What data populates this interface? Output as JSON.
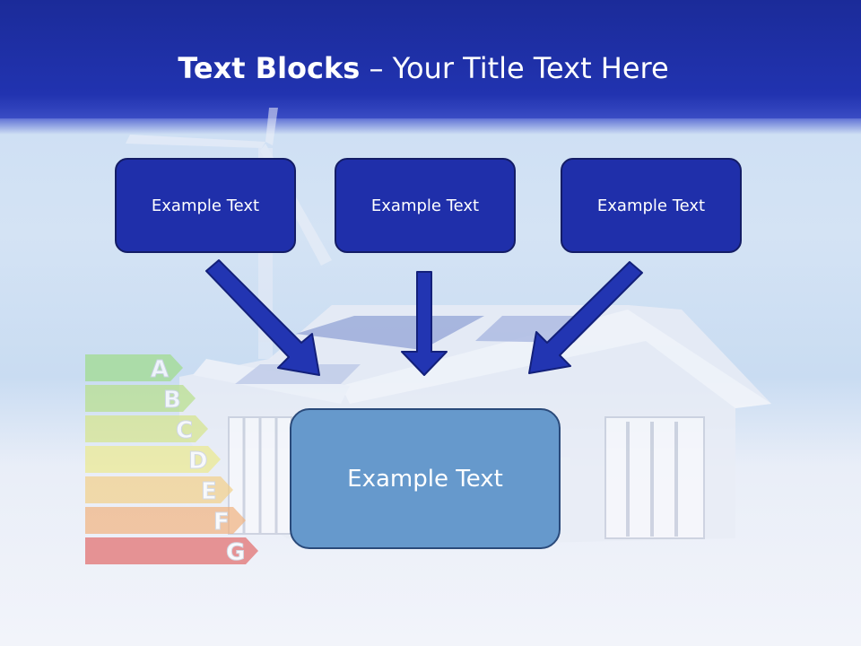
{
  "title": {
    "bold": "Text Blocks",
    "dash": " – ",
    "rest": "Your Title Text Here"
  },
  "top_boxes": [
    {
      "label": "Example Text"
    },
    {
      "label": "Example Text"
    },
    {
      "label": "Example Text"
    }
  ],
  "main_box": {
    "label": "Example Text"
  },
  "energy_scale": {
    "labels": [
      "A",
      "B",
      "C",
      "D",
      "E",
      "F",
      "G"
    ],
    "colors": [
      "#9fdc8a",
      "#b8e08a",
      "#d6e58a",
      "#ecea8e",
      "#f3d089",
      "#f2b37f",
      "#e26a6a"
    ]
  },
  "colors": {
    "header": "#1f2faa",
    "box_fill": "#1f2faa",
    "box_border": "#141d66",
    "main_box_fill": "#6699cc",
    "arrow": "#1f2faa"
  }
}
